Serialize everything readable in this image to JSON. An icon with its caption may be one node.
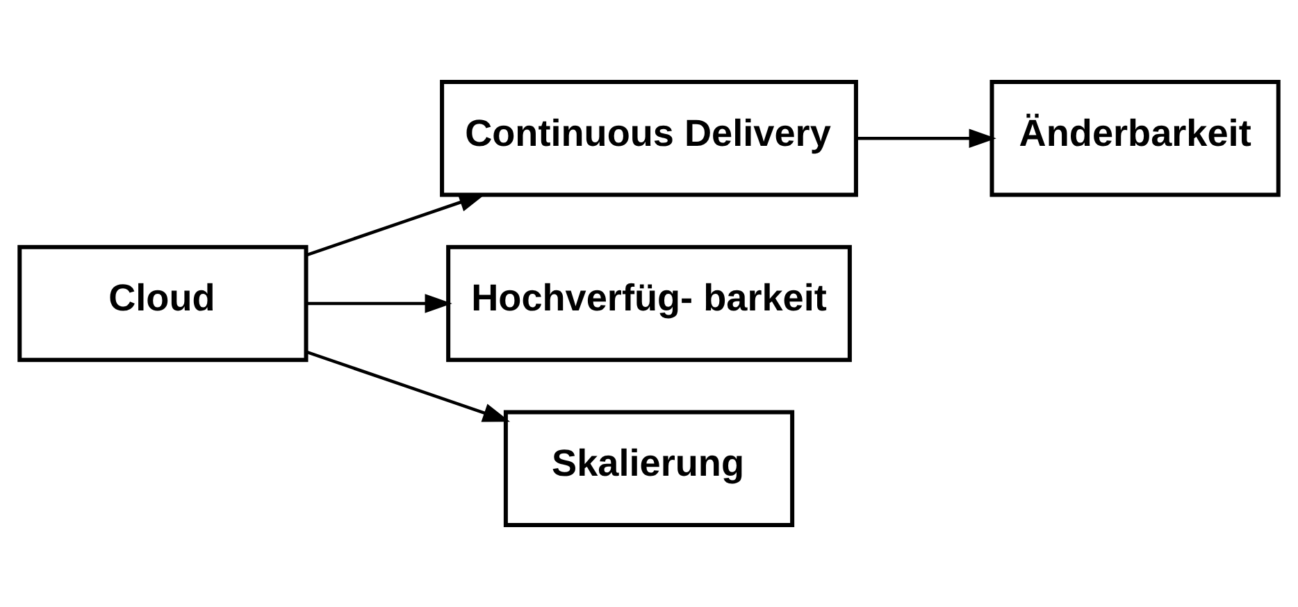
{
  "diagram": {
    "nodes": [
      {
        "text": [
          "Cloud"
        ]
      },
      {
        "text": [
          "Continuous Delivery"
        ]
      },
      {
        "text": [
          "Hochverfüg- barkeit"
        ]
      },
      {
        "text": [
          "Skalierung"
        ]
      },
      {
        "text": [
          "Änderbarkeit"
        ]
      }
    ],
    "edges": [
      {
        "from": 0,
        "to": 1,
        "arrow": "to"
      },
      {
        "from": 0,
        "to": 2,
        "arrow": "to"
      },
      {
        "from": 0,
        "to": 3,
        "arrow": "to"
      },
      {
        "from": 1,
        "to": 4,
        "arrow": "to"
      }
    ]
  }
}
